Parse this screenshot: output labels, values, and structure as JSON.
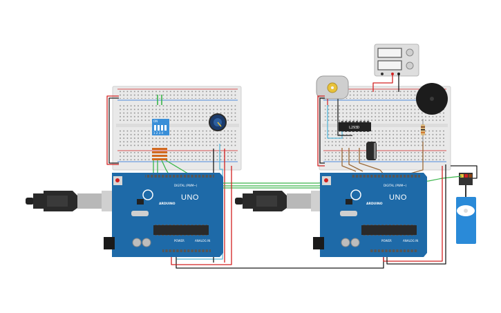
{
  "boards": [
    {
      "brand": "ARDUINO",
      "model": "UNO",
      "digital": "DIGITAL (PWM~)",
      "power": "POWER",
      "analog": "ANALOG IN"
    },
    {
      "brand": "ARDUINO",
      "model": "UNO",
      "digital": "DIGITAL (PWM~)",
      "power": "POWER",
      "analog": "ANALOG IN"
    }
  ],
  "driver_chip": {
    "label": "L293D"
  },
  "dip_switch": {
    "label": "ON",
    "pins": "1 2 3 4"
  },
  "colors": {
    "arduino_blue": "#1e6aa8",
    "breadboard": "#e9e9e9",
    "wire_green": "#3ab54a",
    "wire_red": "#d22020",
    "wire_black": "#1a1a1a",
    "wire_brown": "#9a6a3a",
    "wire_cyan": "#58b7d8",
    "servo_blue": "#2a8ad8"
  },
  "components": [
    "usb-cable",
    "usb-cable",
    "dip-switch",
    "potentiometer",
    "dc-motor",
    "power-supply",
    "l293d-driver",
    "capacitor",
    "resistor",
    "piezo-buzzer",
    "servo"
  ]
}
